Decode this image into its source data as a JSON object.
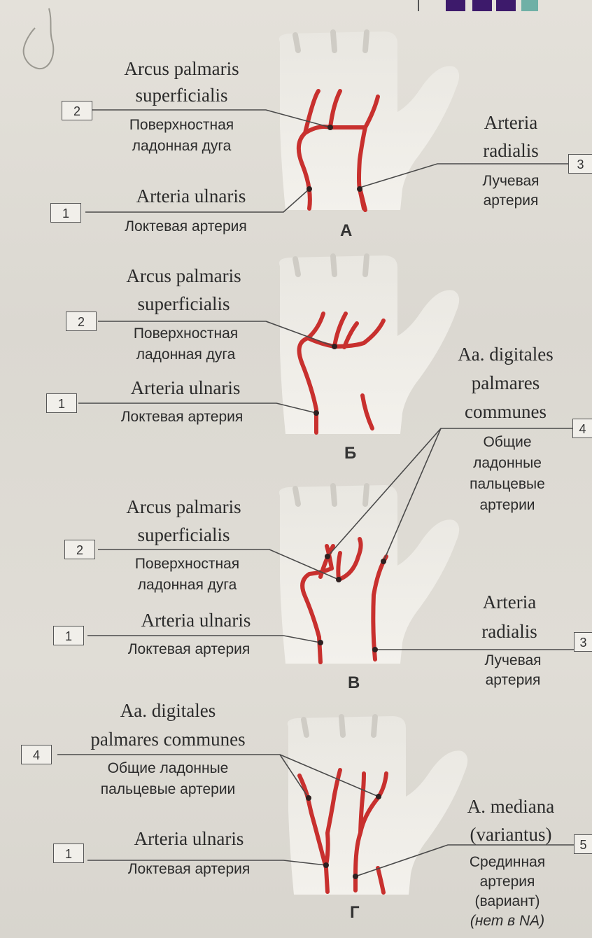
{
  "colors": {
    "artery": "#c8302e",
    "skin": "#eeece7",
    "leader": "#4a4a4a",
    "corner_purple": "#3d1a6b",
    "corner_teal": "#6fb0a6"
  },
  "panels": [
    {
      "letter": "А",
      "labels": [
        {
          "num": "2",
          "latin_1": "Arcus palmaris",
          "latin_2": "superficialis",
          "ru_1": "Поверхностная",
          "ru_2": "ладонная дуга"
        },
        {
          "num": "1",
          "latin_1": "Arteria ulnaris",
          "ru_1": "Локтевая артерия"
        },
        {
          "num": "3",
          "latin_1": "Arteria",
          "latin_2": "radialis",
          "ru_1": "Лучевая",
          "ru_2": "артерия"
        }
      ]
    },
    {
      "letter": "Б",
      "labels": [
        {
          "num": "2",
          "latin_1": "Arcus palmaris",
          "latin_2": "superficialis",
          "ru_1": "Поверхностная",
          "ru_2": "ладонная дуга"
        },
        {
          "num": "1",
          "latin_1": "Arteria ulnaris",
          "ru_1": "Локтевая артерия"
        },
        {
          "num": "4",
          "latin_1": "Aa. digitales",
          "latin_2": "palmares",
          "latin_3": "communes",
          "ru_1": "Общие",
          "ru_2": "ладонные",
          "ru_3": "пальцевые",
          "ru_4": "артерии"
        }
      ]
    },
    {
      "letter": "В",
      "labels": [
        {
          "num": "2",
          "latin_1": "Arcus palmaris",
          "latin_2": "superficialis",
          "ru_1": "Поверхностная",
          "ru_2": "ладонная дуга"
        },
        {
          "num": "1",
          "latin_1": "Arteria ulnaris",
          "ru_1": "Локтевая артерия"
        },
        {
          "num": "3",
          "latin_1": "Arteria",
          "latin_2": "radialis",
          "ru_1": "Лучевая",
          "ru_2": "артерия"
        }
      ]
    },
    {
      "letter": "Г",
      "labels": [
        {
          "num": "4",
          "latin_1": "Aa. digitales",
          "latin_2": "palmares communes",
          "ru_1": "Общие ладонные",
          "ru_2": "пальцевые артерии"
        },
        {
          "num": "1",
          "latin_1": "Arteria ulnaris",
          "ru_1": "Локтевая артерия"
        },
        {
          "num": "5",
          "latin_1": "A. mediana",
          "latin_2": "(variantus)",
          "ru_1": "Срединная",
          "ru_2": "артерия",
          "ru_3": "(вариант)",
          "ru_4": "(нет в NA)"
        }
      ]
    }
  ]
}
